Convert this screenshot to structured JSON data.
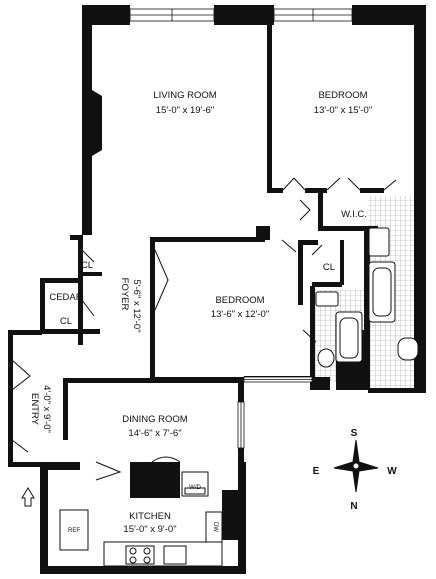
{
  "rooms": {
    "living_room": {
      "name": "LIVING ROOM",
      "dims": "15'-0\" x 19'-6\""
    },
    "bedroom_1": {
      "name": "BEDROOM",
      "dims": "13'-0\" x 15'-0\""
    },
    "bedroom_2": {
      "name": "BEDROOM",
      "dims": "13'-6\" x 12'-0\""
    },
    "dining_room": {
      "name": "DINING ROOM",
      "dims": "14'-6\" x 7'-6\""
    },
    "kitchen": {
      "name": "KITCHEN",
      "dims": "15'-0\" x 9'-0\""
    },
    "foyer": {
      "name": "FOYER",
      "dims": "5'-6\" x 12'-0\""
    },
    "entry": {
      "name": "ENTRY",
      "dims": "4'-0\" x 9'-0\""
    },
    "cedar_closet": {
      "line1": "CEDAR",
      "line2": "CL"
    },
    "closet_foyer": {
      "name": "CL"
    },
    "closet_bedroom": {
      "name": "CL"
    },
    "walk_in_closet": {
      "name": "W.I.C."
    }
  },
  "fixtures": {
    "washer_dryer": "W/D",
    "refrigerator": "REF",
    "dishwasher": "DW"
  },
  "compass": {
    "north": "N",
    "south": "S",
    "east": "E",
    "west": "W"
  }
}
